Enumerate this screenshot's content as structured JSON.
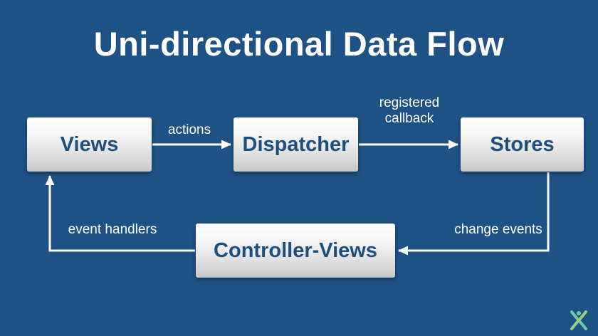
{
  "slide": {
    "title": "Uni-directional Data Flow"
  },
  "diagram": {
    "nodes": [
      {
        "id": "views",
        "label": "Views"
      },
      {
        "id": "dispatcher",
        "label": "Dispatcher"
      },
      {
        "id": "stores",
        "label": "Stores"
      },
      {
        "id": "controller_views",
        "label": "Controller-Views"
      }
    ],
    "edges": [
      {
        "from": "views",
        "to": "dispatcher",
        "label": "actions"
      },
      {
        "from": "dispatcher",
        "to": "stores",
        "label": "registered callback"
      },
      {
        "from": "stores",
        "to": "controller_views",
        "label": "change events"
      },
      {
        "from": "controller_views",
        "to": "views",
        "label": "event handlers"
      }
    ]
  },
  "footer": {
    "logo_icon": "x-brand-logo"
  },
  "colors": {
    "background": "#1E5285",
    "node_text": "#1D4E7E",
    "arrow": "#FFFFFF",
    "label_text": "#FFFFFF",
    "logo_teal": "#6FC7B1",
    "logo_green": "#9BCB7F"
  }
}
